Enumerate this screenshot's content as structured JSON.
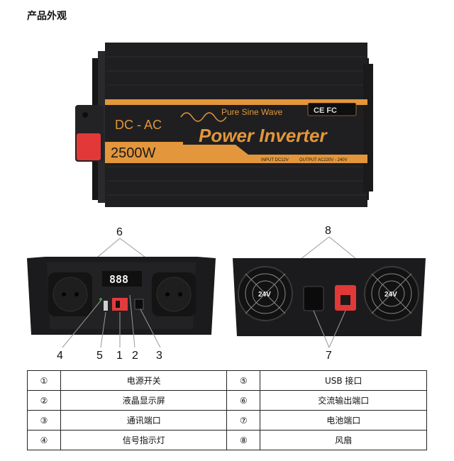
{
  "heading": "产品外观",
  "product": {
    "type_label": "DC - AC",
    "wave_label": "Pure Sine Wave",
    "cert_mark": "CE FC",
    "title": "Power Inverter",
    "power": "2500W",
    "input_spec": "INPUT DC12V",
    "output_spec": "OUTPUT AC220V - 240V",
    "accent_color": "#e3963b",
    "body_color": "#1f1f21"
  },
  "front_panel": {
    "display_value": "888",
    "callouts": [
      "6",
      "4",
      "5",
      "1",
      "2",
      "3"
    ]
  },
  "rear_panel": {
    "fan_label_left": "24V",
    "fan_label_right": "24V",
    "callouts": [
      "8",
      "7"
    ]
  },
  "legend": [
    {
      "num_left": "①",
      "label_left": "电源开关",
      "num_right": "⑤",
      "label_right": "USB 接口"
    },
    {
      "num_left": "②",
      "label_left": "液晶显示屏",
      "num_right": "⑥",
      "label_right": "交流输出端口"
    },
    {
      "num_left": "③",
      "label_left": "通讯端口",
      "num_right": "⑦",
      "label_right": "电池端口"
    },
    {
      "num_left": "④",
      "label_left": "信号指示灯",
      "num_right": "⑧",
      "label_right": "风扇"
    }
  ]
}
